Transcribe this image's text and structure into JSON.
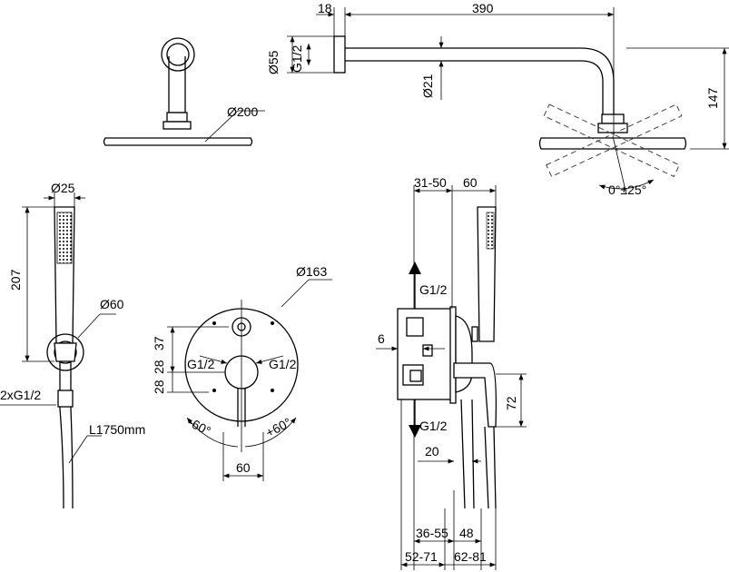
{
  "labels": {
    "arm_wall_depth": "18",
    "arm_length": "390",
    "flange_dia": "Ø55",
    "arm_thread": "G1/2",
    "arm_pipe_dia": "Ø21",
    "arm_height": "147",
    "head_dia": "Ø200",
    "tilt": "0°±25°",
    "handshower_dia": "Ø25",
    "handshower_len": "207",
    "bracket_dia": "Ø60",
    "hose_thread": "2xG1/2",
    "hose_len": "L1750mm",
    "plate_dia": "Ø163",
    "dim_37": "37",
    "dim_28a": "28",
    "dim_28b": "28",
    "inlet_left": "G1/2",
    "inlet_right": "G1/2",
    "rot_left": "-60°",
    "rot_right": "+60°",
    "spacing_60": "60",
    "side_31_50": "31-50",
    "side_60": "60",
    "outlet_top": "G1/2",
    "outlet_bottom": "G1/2",
    "side_6": "6",
    "side_72": "72",
    "side_20": "20",
    "side_36_55": "36-55",
    "side_48": "48",
    "side_52_71": "52-71",
    "side_62_81": "62-81"
  }
}
